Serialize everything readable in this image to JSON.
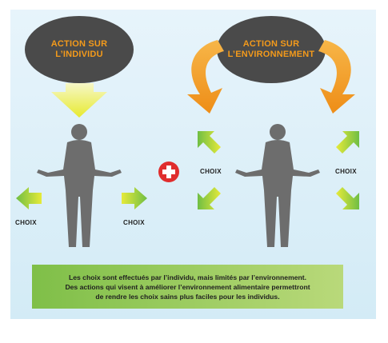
{
  "left": {
    "label_line1": "ACTION SUR",
    "label_line2": "L’INDIVIDU",
    "choice_left": "CHOIX",
    "choice_right": "CHOIX"
  },
  "right": {
    "label_line1": "ACTION SUR",
    "label_line2": "L’ENVIRONNEMENT",
    "choice_left": "CHOIX",
    "choice_right": "CHOIX"
  },
  "caption": {
    "line1": "Les choix sont effectués par l’individu, mais limités par l’environnement.",
    "line2": "Des actions qui visent à améliorer l’environnement alimentaire permettront",
    "line3": "de rendre les choix sains plus faciles pour les individus."
  },
  "colors": {
    "ellipse": "#4a4a4a",
    "label": "#f39a1b",
    "figure": "#6f6f6f",
    "plus": "#e02d2d",
    "arrow_green": "#7cc142",
    "arrow_yellow": "#e7ea3c",
    "curved_arrow": "#f29a1b",
    "caption_bg": "#8cc850"
  }
}
